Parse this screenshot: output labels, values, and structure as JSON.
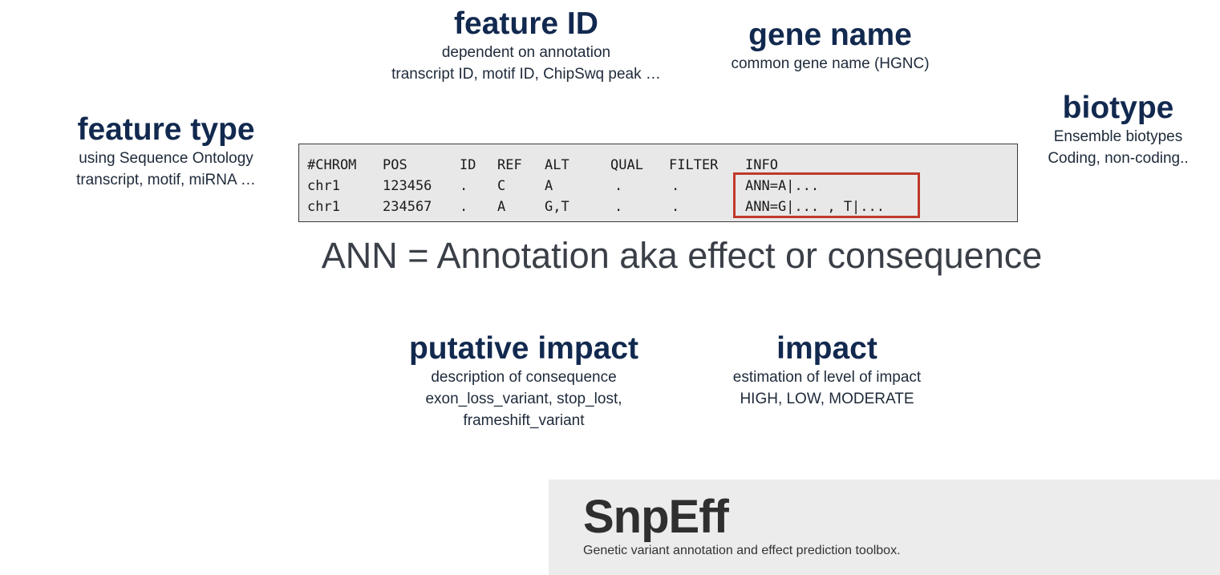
{
  "blocks": {
    "feature_id": {
      "title": "feature ID",
      "lines": [
        "dependent on annotation",
        "transcript ID, motif ID, ChipSwq peak …"
      ]
    },
    "gene_name": {
      "title": "gene name",
      "lines": [
        "common gene name (HGNC)"
      ]
    },
    "biotype": {
      "title": "biotype",
      "lines": [
        "Ensemble biotypes",
        "Coding, non-coding.."
      ]
    },
    "feature_type": {
      "title": "feature type",
      "lines": [
        "using Sequence Ontology",
        "transcript, motif, miRNA …"
      ]
    },
    "putative_impact": {
      "title": "putative impact",
      "lines": [
        "description of consequence",
        "exon_loss_variant,  stop_lost,",
        "frameshift_variant"
      ]
    },
    "impact": {
      "title": "impact",
      "lines": [
        "estimation of level of impact",
        "HIGH, LOW, MODERATE"
      ]
    }
  },
  "vcf": {
    "headers": [
      "#CHROM",
      "POS",
      "ID",
      "REF",
      "ALT",
      "QUAL",
      "FILTER",
      "INFO"
    ],
    "rows": [
      [
        "chr1",
        "123456",
        ".",
        "C",
        "A",
        ".",
        ".",
        "ANN=A|..."
      ],
      [
        "chr1",
        "234567",
        ".",
        "A",
        "G,T",
        ".",
        ".",
        "ANN=G|... , T|..."
      ]
    ]
  },
  "caption": "ANN = Annotation aka effect or consequence",
  "snpeff": {
    "logo": "SnpEff",
    "tagline": "Genetic variant annotation and effect prediction toolbox."
  },
  "colors": {
    "title": "#12294f",
    "highlight": "#c0392b",
    "vcf_background": "#e8e8e8",
    "panel_background": "#ececec"
  }
}
